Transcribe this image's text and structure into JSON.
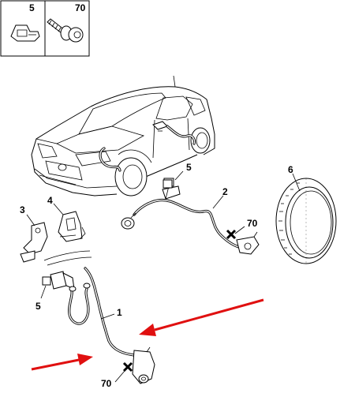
{
  "legend": {
    "part_5_label": "5",
    "part_70_label": "70"
  },
  "callouts": {
    "wheel_speed_sensor_front": "1",
    "wheel_speed_sensor_harness": "2",
    "bracket_3": "3",
    "bracket_4": "4",
    "clip_5_upper": "5",
    "clip_5_lower": "5",
    "target_ring": "6",
    "screw_70_upper": "70",
    "screw_70_lower": "70"
  },
  "colors": {
    "arrow": "#e01010",
    "line": "#000000",
    "background": "#ffffff"
  }
}
